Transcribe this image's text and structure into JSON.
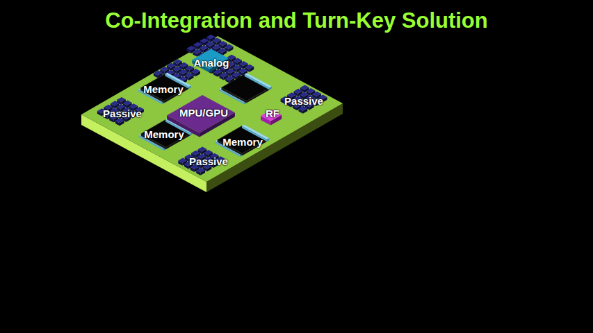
{
  "diagram": {
    "title": "Co-Integration and Turn-Key Solution",
    "labels": [
      "Analog",
      "Memory",
      "Passive",
      "MPU/GPU",
      "RF",
      "Passive",
      "Memory",
      "Memory",
      "Passive"
    ]
  }
}
